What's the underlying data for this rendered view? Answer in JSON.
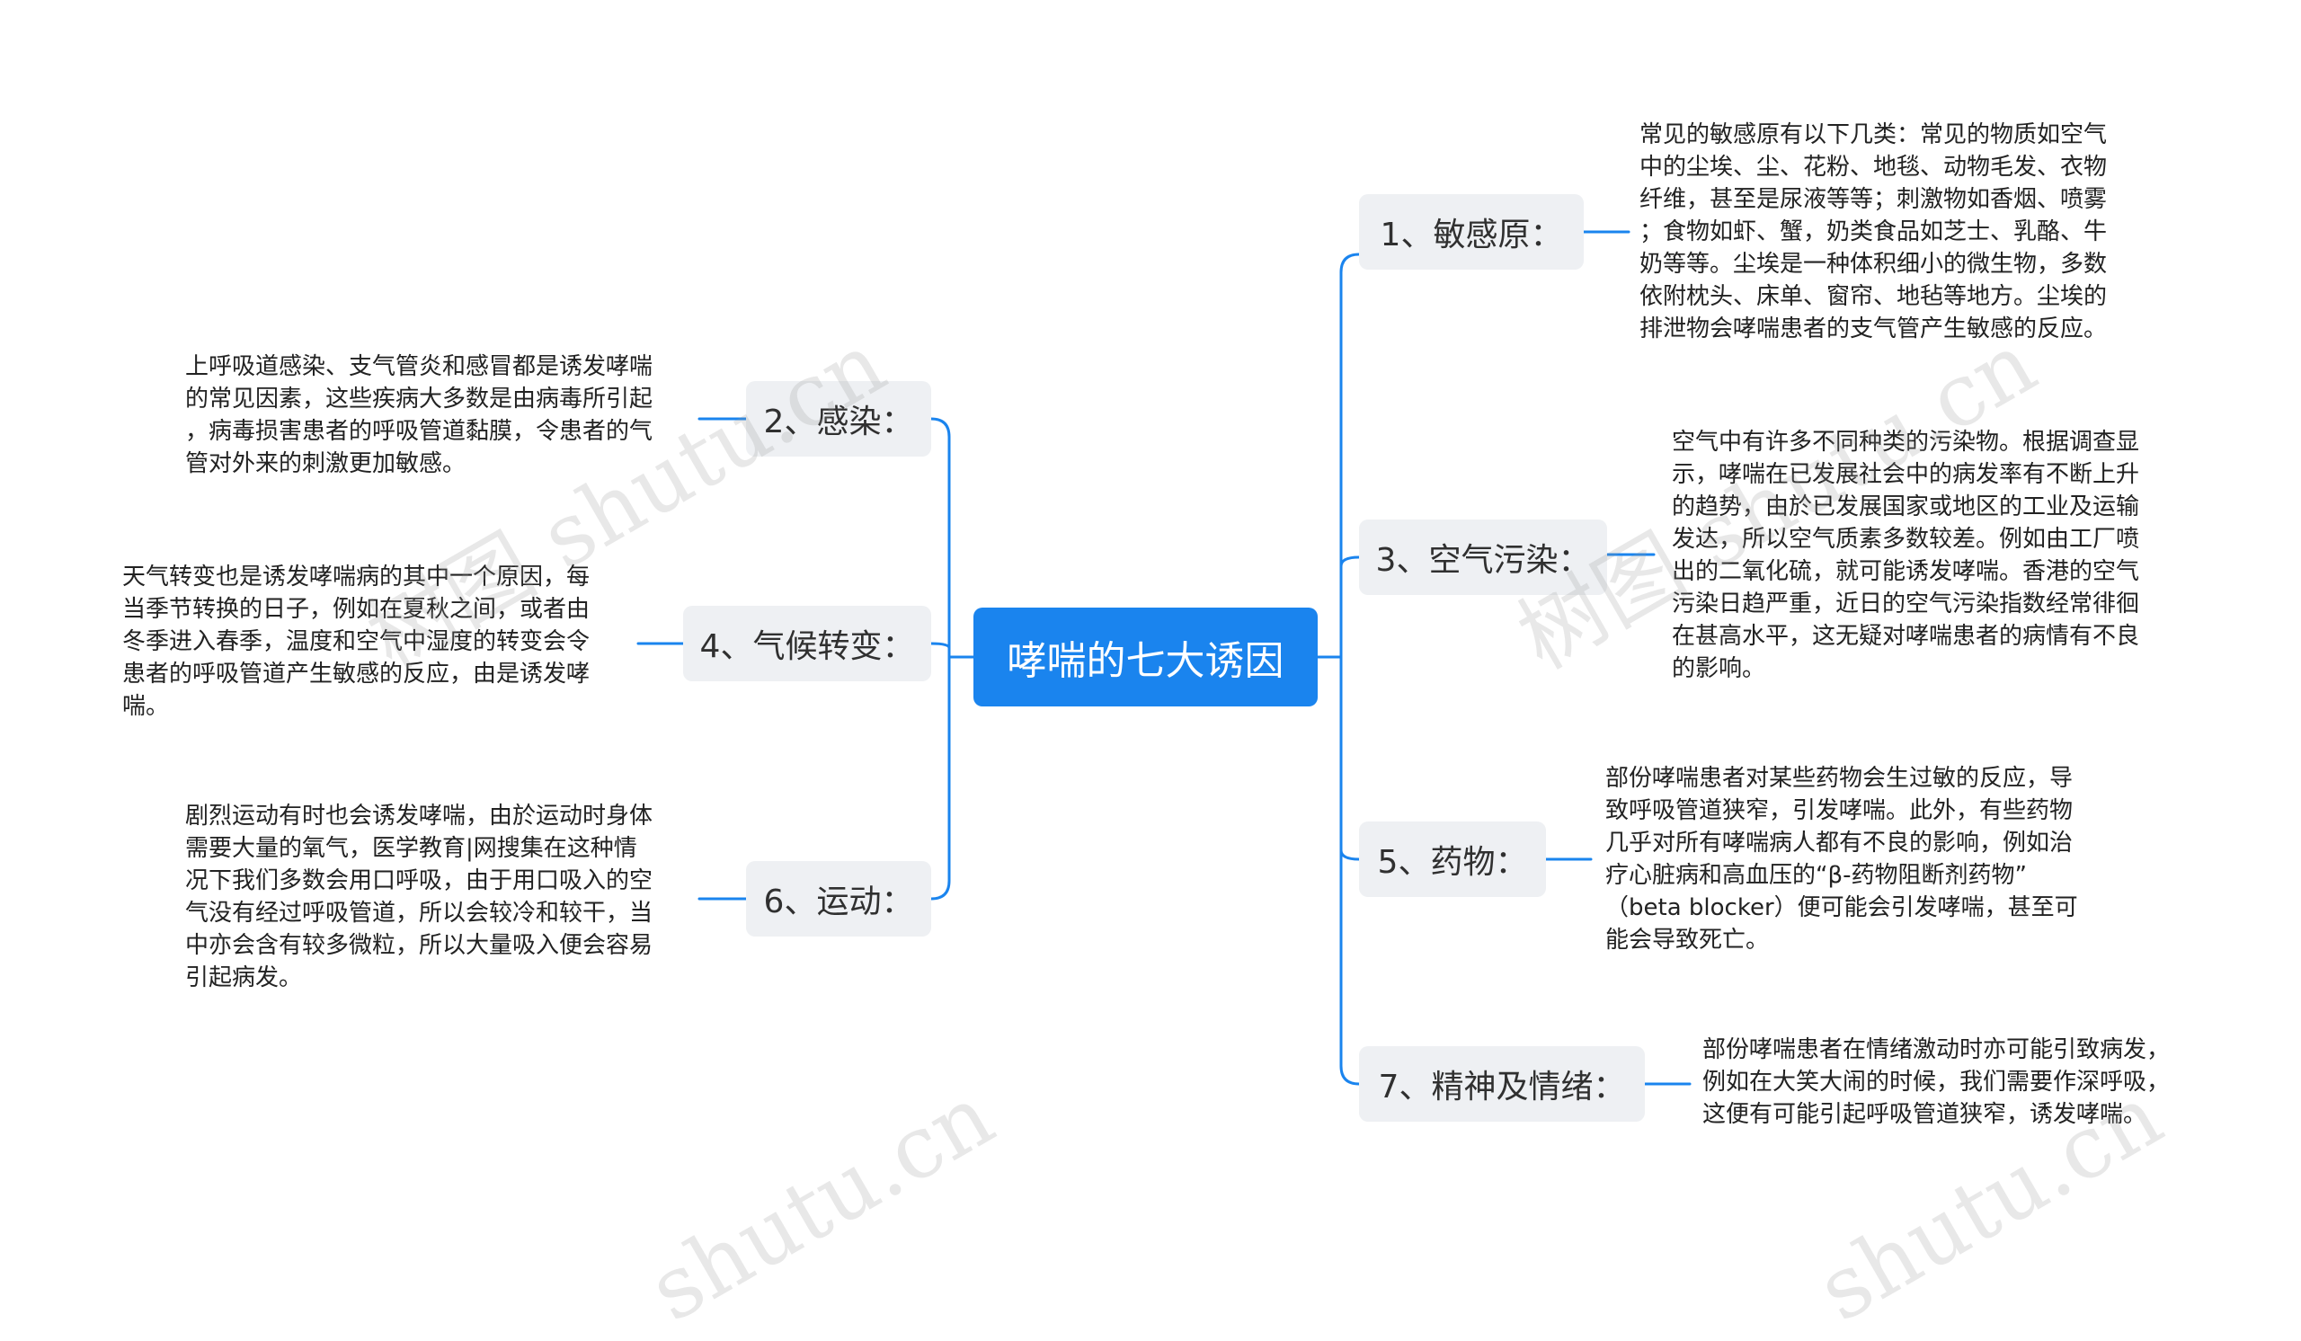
{
  "central": {
    "label": "哮喘的七大诱因"
  },
  "branches": {
    "b1": {
      "label": "1、敏感原：",
      "note": [
        "常见的敏感原有以下几类：常见的物质如空气",
        "中的尘埃、尘、花粉、地毯、动物毛发、衣物",
        "纤维，甚至是尿液等等；刺激物如香烟、喷雾",
        "；食物如虾、蟹，奶类食品如芝士、乳酪、牛",
        "奶等等。尘埃是一种体积细小的微生物，多数",
        "依附枕头、床单、窗帘、地毡等地方。尘埃的",
        "排泄物会哮喘患者的支气管产生敏感的反应。"
      ]
    },
    "b2": {
      "label": "2、感染：",
      "note": [
        "上呼吸道感染、支气管炎和感冒都是诱发哮喘",
        "的常见因素，这些疾病大多数是由病毒所引起",
        "，病毒损害患者的呼吸管道黏膜，令患者的气",
        "管对外来的刺激更加敏感。"
      ]
    },
    "b3": {
      "label": "3、空气污染：",
      "note": [
        "空气中有许多不同种类的污染物。根据调查显",
        "示，哮喘在已发展社会中的病发率有不断上升",
        "的趋势，由於已发展国家或地区的工业及运输",
        "发达，所以空气质素多数较差。例如由工厂喷",
        "出的二氧化硫，就可能诱发哮喘。香港的空气",
        "污染日趋严重，近日的空气污染指数经常徘徊",
        "在甚高水平，这无疑对哮喘患者的病情有不良",
        "的影响。"
      ]
    },
    "b4": {
      "label": "4、气候转变：",
      "note": [
        "天气转变也是诱发哮喘病的其中一个原因，每",
        "当季节转换的日子，例如在夏秋之间，或者由",
        "冬季进入春季，温度和空气中湿度的转变会令",
        "患者的呼吸管道产生敏感的反应，由是诱发哮",
        "喘。"
      ]
    },
    "b5": {
      "label": "5、药物：",
      "note": [
        "部份哮喘患者对某些药物会生过敏的反应，导",
        "致呼吸管道狭窄，引发哮喘。此外，有些药物",
        "几乎对所有哮喘病人都有不良的影响，例如治",
        "疗心脏病和高血压的“β-药物阻断剂药物”",
        "（beta blocker）便可能会引发哮喘，甚至可",
        "能会导致死亡。"
      ]
    },
    "b6": {
      "label": "6、运动：",
      "note": [
        "剧烈运动有时也会诱发哮喘，由於运动时身体",
        "需要大量的氧气，医学教育|网搜集在这种情",
        "况下我们多数会用口呼吸，由于用口吸入的空",
        "气没有经过呼吸管道，所以会较冷和较干，当",
        "中亦会含有较多微粒，所以大量吸入便会容易",
        "引起病发。"
      ]
    },
    "b7": {
      "label": "7、精神及情绪：",
      "note": [
        "部份哮喘患者在情绪激动时亦可能引致病发，",
        "例如在大笑大闹的时候，我们需要作深呼吸，",
        "这便有可能引起呼吸管道狭窄，诱发哮喘。"
      ]
    }
  },
  "watermarks": [
    "树图 shutu.cn",
    "树图 shutu.cn",
    "shutu.cn",
    "shutu.cn"
  ],
  "colors": {
    "central_bg": "#1a84ee",
    "central_text": "#ffffff",
    "topic_bg": "#eef0f3",
    "topic_text": "#303030",
    "connector": "#1a84ee",
    "note_text": "#222222"
  }
}
